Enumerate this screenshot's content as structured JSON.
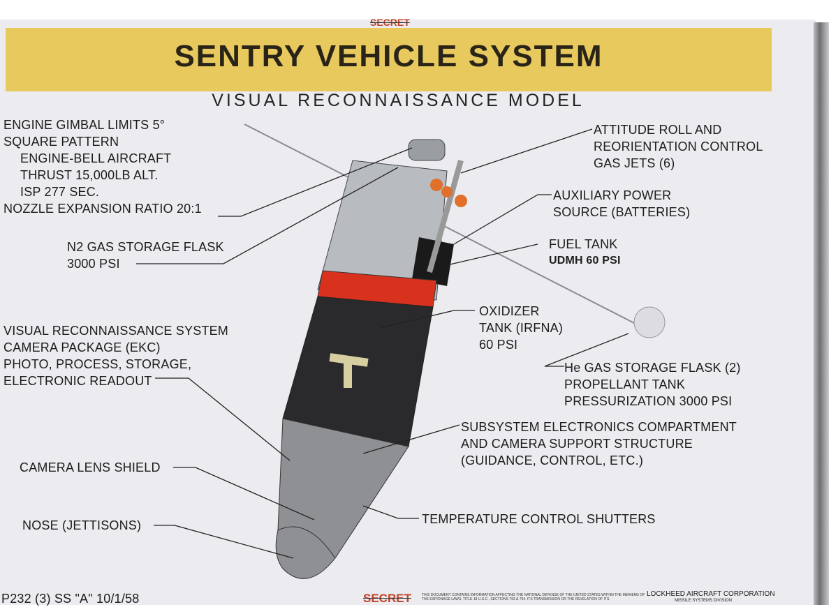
{
  "header": {
    "classification_top": "SECRET",
    "title": "SENTRY VEHICLE SYSTEM",
    "subtitle": "VISUAL RECONNAISSANCE MODEL"
  },
  "labels": {
    "engine": [
      "ENGINE GIMBAL LIMITS 5°",
      "SQUARE PATTERN",
      "ENGINE-BELL AIRCRAFT",
      "THRUST 15,000LB ALT.",
      "ISP 277 SEC.",
      "NOZZLE EXPANSION RATIO 20:1"
    ],
    "n2_flask": [
      "N2 GAS STORAGE FLASK",
      "3000 PSI"
    ],
    "attitude": [
      "ATTITUDE ROLL AND",
      "REORIENTATION CONTROL",
      "GAS JETS (6)"
    ],
    "aux_power": [
      "AUXILIARY POWER",
      "SOURCE (BATTERIES)"
    ],
    "fuel": [
      "FUEL TANK",
      "UDMH 60 PSI"
    ],
    "oxidizer": [
      "OXIDIZER",
      "TANK (IRFNA)",
      "60 PSI"
    ],
    "helium": [
      "He GAS STORAGE FLASK (2)",
      "PROPELLANT TANK",
      "PRESSURIZATION 3000 PSI"
    ],
    "camera": [
      "VISUAL RECONNAISSANCE SYSTEM",
      "CAMERA PACKAGE (EKC)",
      "PHOTO, PROCESS, STORAGE,",
      "ELECTRONIC READOUT"
    ],
    "electronics": [
      "SUBSYSTEM ELECTRONICS COMPARTMENT",
      "AND CAMERA SUPPORT STRUCTURE",
      "(GUIDANCE, CONTROL, ETC.)"
    ],
    "lens": "CAMERA LENS SHIELD",
    "nose": "NOSE (JETTISONS)",
    "shutters": "TEMPERATURE CONTROL SHUTTERS"
  },
  "footer": {
    "ref": "P232 (3) SS \"A\" 10/1/58",
    "classification_bottom": "SECRET",
    "notice": "THIS DOCUMENT CONTAINS INFORMATION AFFECTING THE NATIONAL DEFENSE OF THE UNITED STATES WITHIN THE MEANING OF THE ESPIONAGE LAWS, TITLE 18 U.S.C., SECTIONS 793 & 794. ITS TRANSMISSION OR THE REVELATION OF ITS",
    "company": "LOCKHEED AIRCRAFT CORPORATION",
    "division": "MISSILE SYSTEMS DIVISION"
  },
  "colors": {
    "banner": "#e8c95e",
    "secret": "#c0452c",
    "band": "#d8321e"
  }
}
